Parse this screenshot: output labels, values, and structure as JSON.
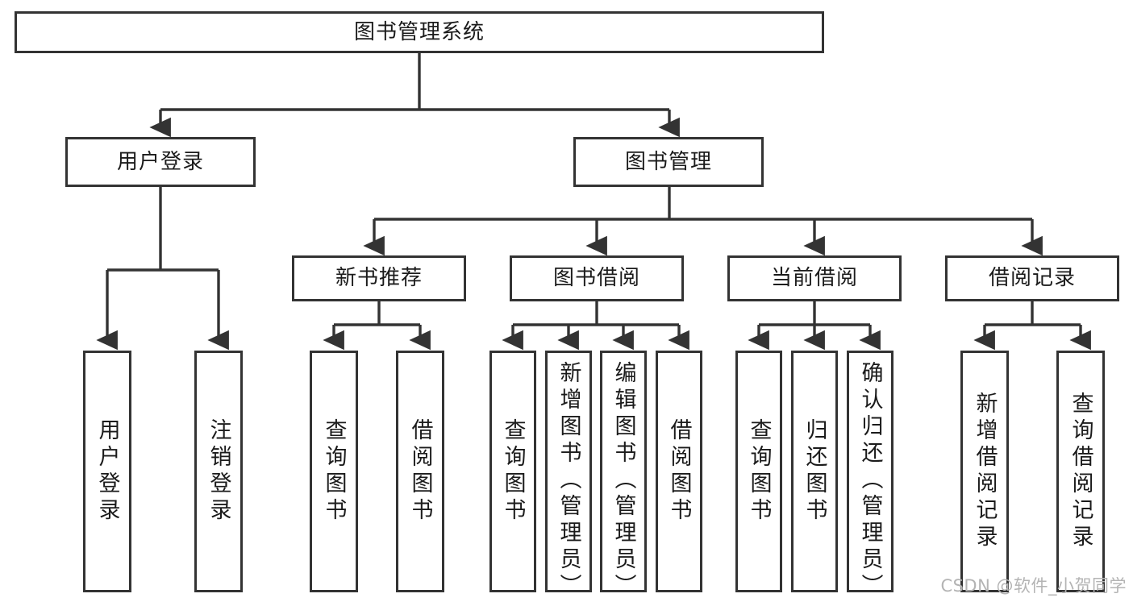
{
  "diagram": {
    "title": "图书管理系统",
    "type": "tree-functional-structure",
    "orientation": "top-down",
    "watermark": "CSDN @软件_小贺同学",
    "colors": {
      "node_border": "#333333",
      "node_fill": "#ffffff",
      "edge": "#333333",
      "text": "#1b1b1b",
      "watermark": "#b4b4b4",
      "background": "#ffffff"
    },
    "nodes": {
      "root": {
        "label": "图书管理系统"
      },
      "level2": [
        {
          "id": "user-login",
          "label": "用户登录"
        },
        {
          "id": "book-management",
          "label": "图书管理"
        }
      ],
      "level3": [
        {
          "id": "new-book-recommend",
          "label": "新书推荐"
        },
        {
          "id": "book-borrow",
          "label": "图书借阅"
        },
        {
          "id": "current-borrow",
          "label": "当前借阅"
        },
        {
          "id": "borrow-record",
          "label": "借阅记录"
        }
      ],
      "leaves": {
        "user-login": [
          {
            "id": "leaf-user-login",
            "label": "用户登录"
          },
          {
            "id": "leaf-logout",
            "label": "注销登录"
          }
        ],
        "new-book-recommend": [
          {
            "id": "leaf-query-book-1",
            "label": "查询图书"
          },
          {
            "id": "leaf-borrow-book-1",
            "label": "借阅图书"
          }
        ],
        "book-borrow": [
          {
            "id": "leaf-query-book-2",
            "label": "查询图书"
          },
          {
            "id": "leaf-add-book",
            "label": "新增图书（管理员）"
          },
          {
            "id": "leaf-edit-book",
            "label": "编辑图书（管理员）"
          },
          {
            "id": "leaf-borrow-book-2",
            "label": "借阅图书"
          }
        ],
        "current-borrow": [
          {
            "id": "leaf-query-book-3",
            "label": "查询图书"
          },
          {
            "id": "leaf-return-book",
            "label": "归还图书"
          },
          {
            "id": "leaf-confirm-return",
            "label": "确认归还（管理员）"
          }
        ],
        "borrow-record": [
          {
            "id": "leaf-add-record",
            "label": "新增借阅记录"
          },
          {
            "id": "leaf-query-record",
            "label": "查询借阅记录"
          }
        ]
      }
    }
  }
}
